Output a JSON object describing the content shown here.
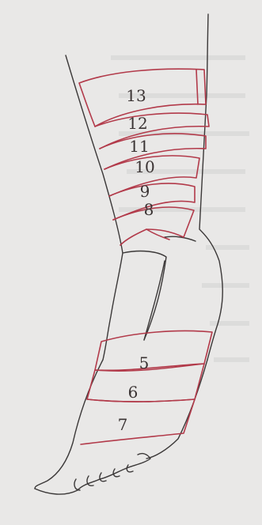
{
  "figure": {
    "bands": [
      {
        "id": "13",
        "label": "13"
      },
      {
        "id": "12",
        "label": "12"
      },
      {
        "id": "11",
        "label": "11"
      },
      {
        "id": "10",
        "label": "10"
      },
      {
        "id": "9",
        "label": "9"
      },
      {
        "id": "8",
        "label": "8"
      },
      {
        "id": "5",
        "label": "5"
      },
      {
        "id": "6",
        "label": "6"
      },
      {
        "id": "7",
        "label": "7"
      }
    ],
    "colors": {
      "background": "#e9e8e7",
      "band_stroke": "#b23a4a",
      "outline_stroke": "#3b3838",
      "label_text": "#3a3333"
    }
  }
}
